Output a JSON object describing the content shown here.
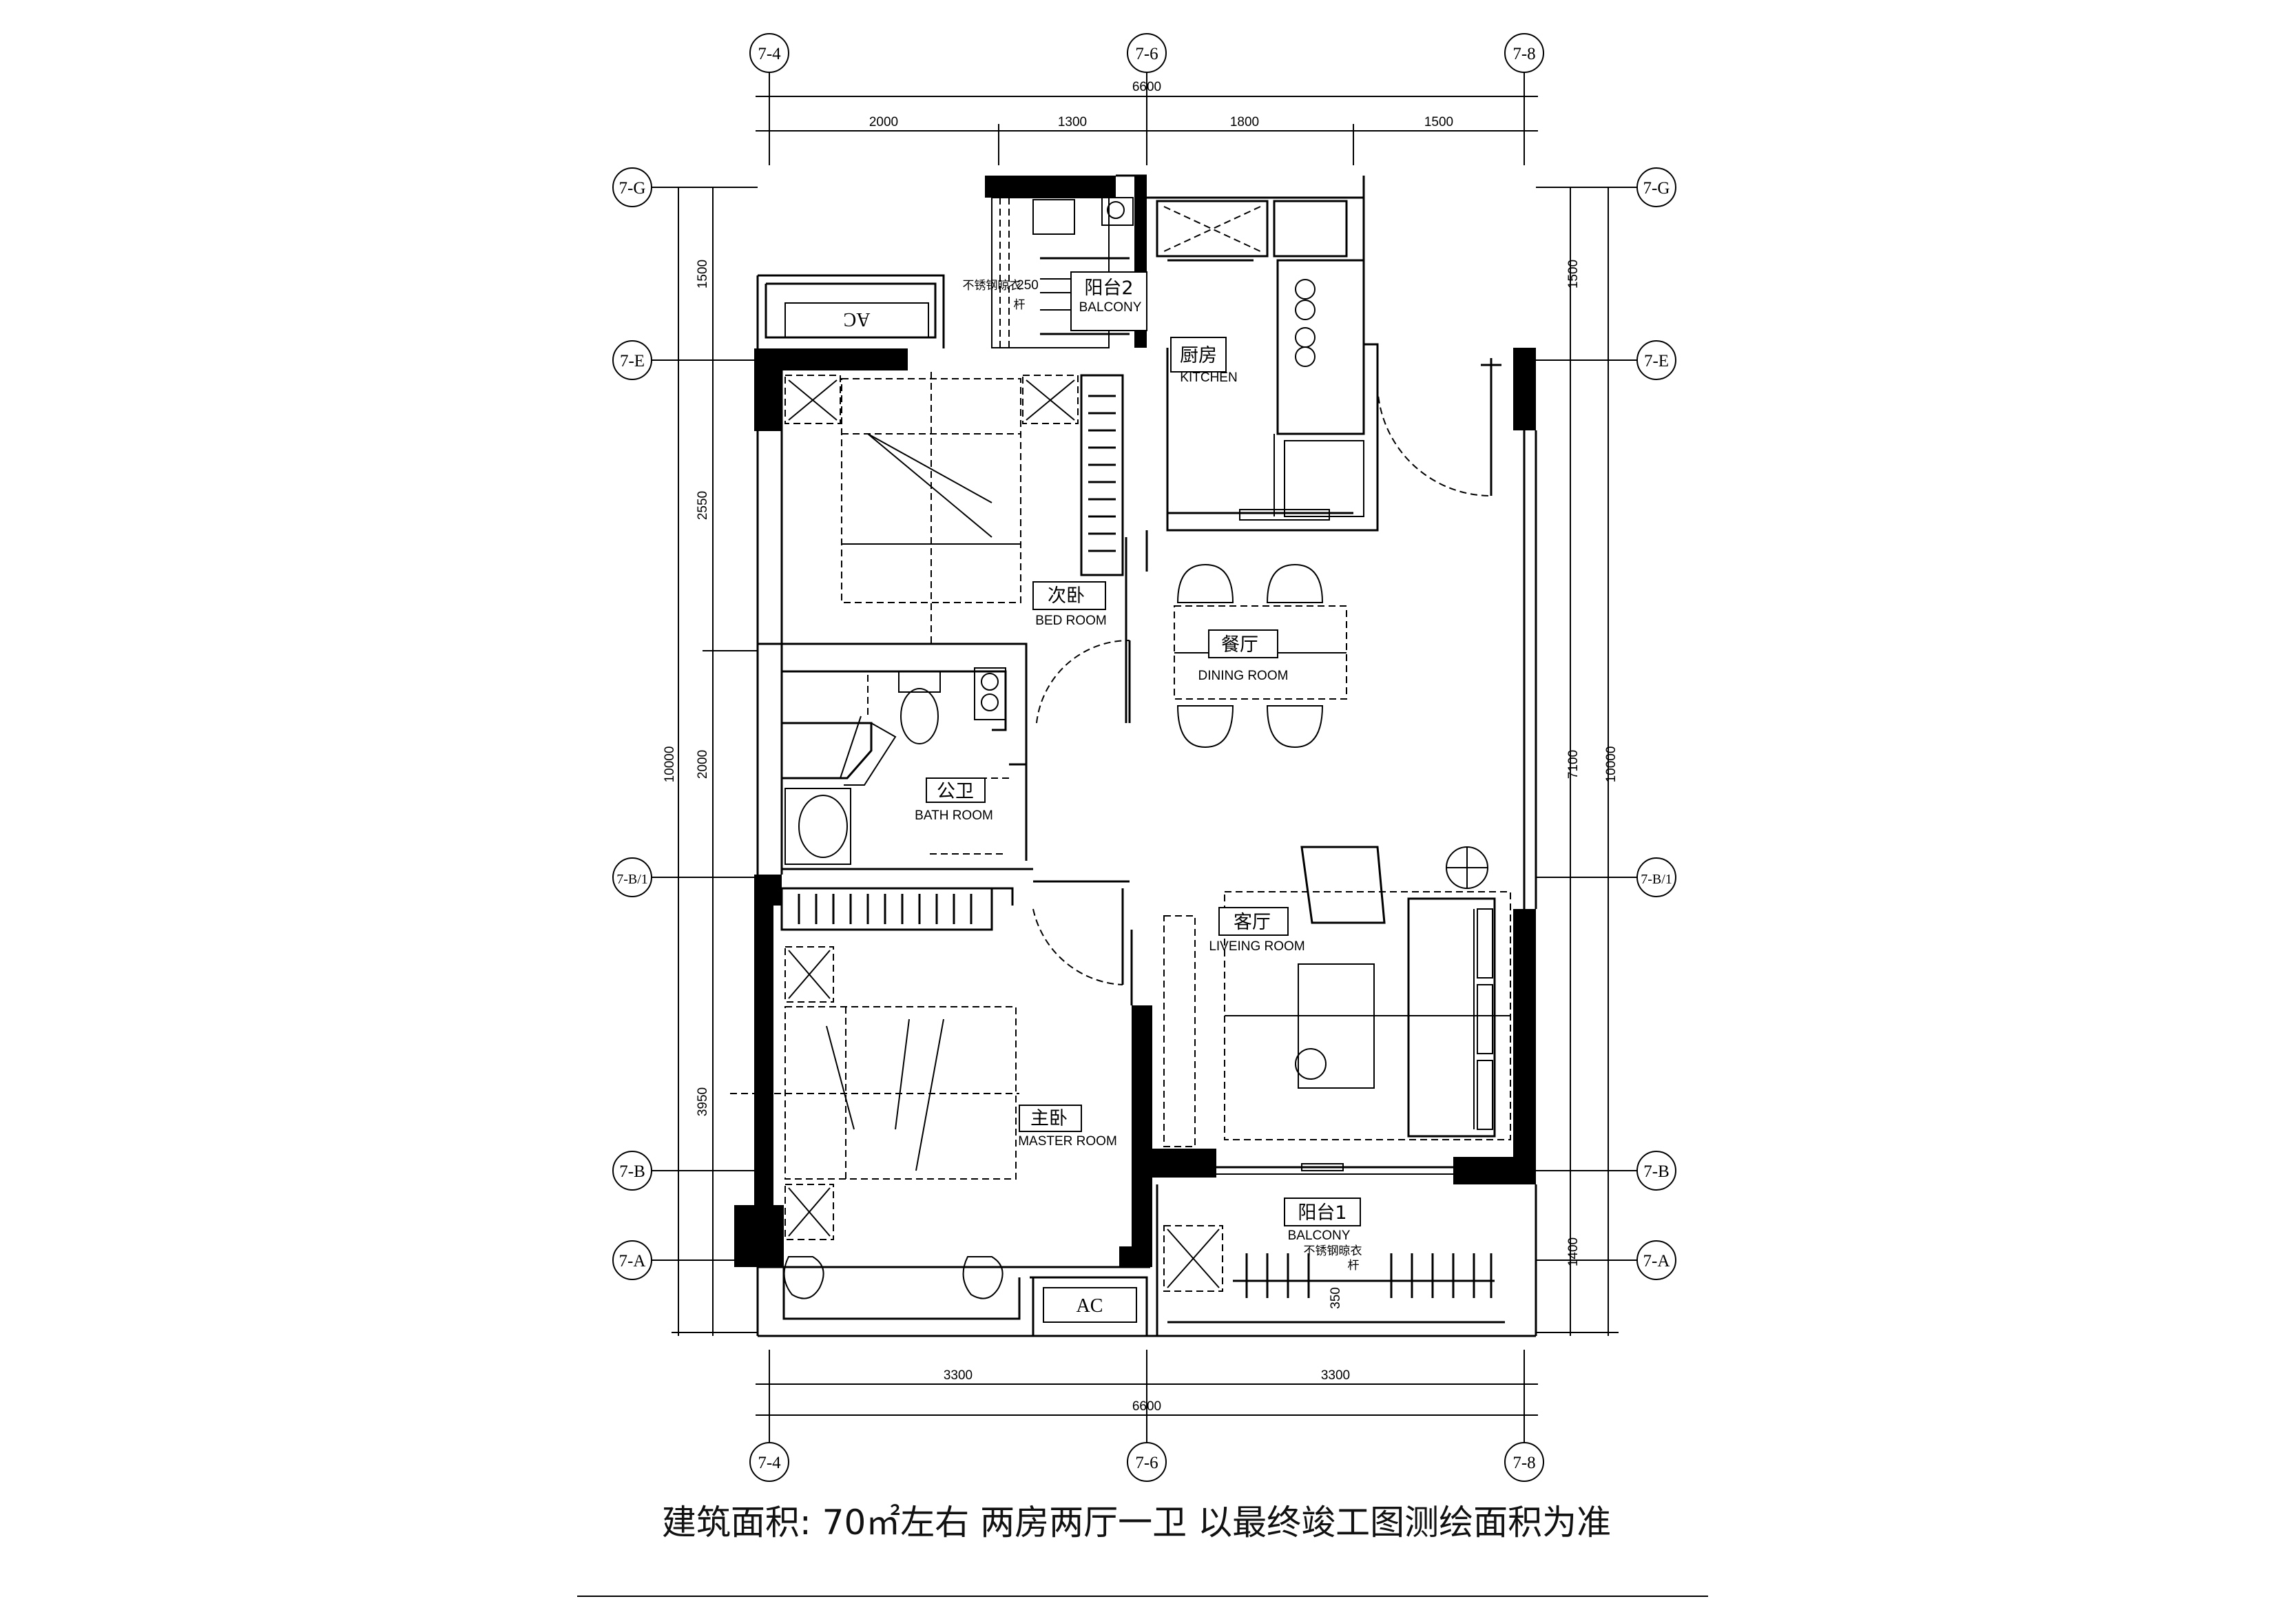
{
  "axes": {
    "top": [
      "7-4",
      "7-6",
      "7-8"
    ],
    "bottom": [
      "7-4",
      "7-6",
      "7-8"
    ],
    "left": [
      "7-G",
      "7-E",
      "7-B/1",
      "7-B",
      "7-A"
    ],
    "right": [
      "7-G",
      "7-E",
      "7-B/1",
      "7-B",
      "7-A"
    ]
  },
  "dimensions": {
    "top_total": "6600",
    "top_segments": [
      "2000",
      "1300",
      "1800",
      "1500"
    ],
    "bottom_segments": [
      "3300",
      "3300"
    ],
    "bottom_total": "6600",
    "left_total": "10000",
    "left_segments": [
      "1500",
      "2550",
      "2000",
      "3950"
    ],
    "right_total": "10000",
    "right_segments": [
      "1500",
      "7100",
      "1400"
    ],
    "balcony_gap": "350",
    "balcony2_gap": "250"
  },
  "rooms": {
    "balcony2": {
      "cn": "阳台2",
      "en": "BALCONY"
    },
    "kitchen": {
      "cn": "厨房",
      "en": "KITCHEN"
    },
    "bedroom": {
      "cn": "次卧",
      "en": "BED ROOM"
    },
    "dining": {
      "cn": "餐厅",
      "en": "DINING ROOM"
    },
    "bathroom": {
      "cn": "公卫",
      "en": "BATH ROOM"
    },
    "living": {
      "cn": "客厅",
      "en": "LIVEING ROOM"
    },
    "master": {
      "cn": "主卧",
      "en": "MASTER ROOM"
    },
    "balcony1": {
      "cn": "阳台1",
      "en": "BALCONY"
    }
  },
  "notes": {
    "rack_top_line1": "不锈钢晾衣",
    "rack_top_line2": "杆",
    "rack_bottom_line1": "不锈钢晾衣",
    "rack_bottom_line2": "杆"
  },
  "ac_labels": {
    "top": "AC",
    "bottom": "AC"
  },
  "caption": "建筑面积: 70㎡左右 两房两厅一卫 以最终竣工图测绘面积为准"
}
